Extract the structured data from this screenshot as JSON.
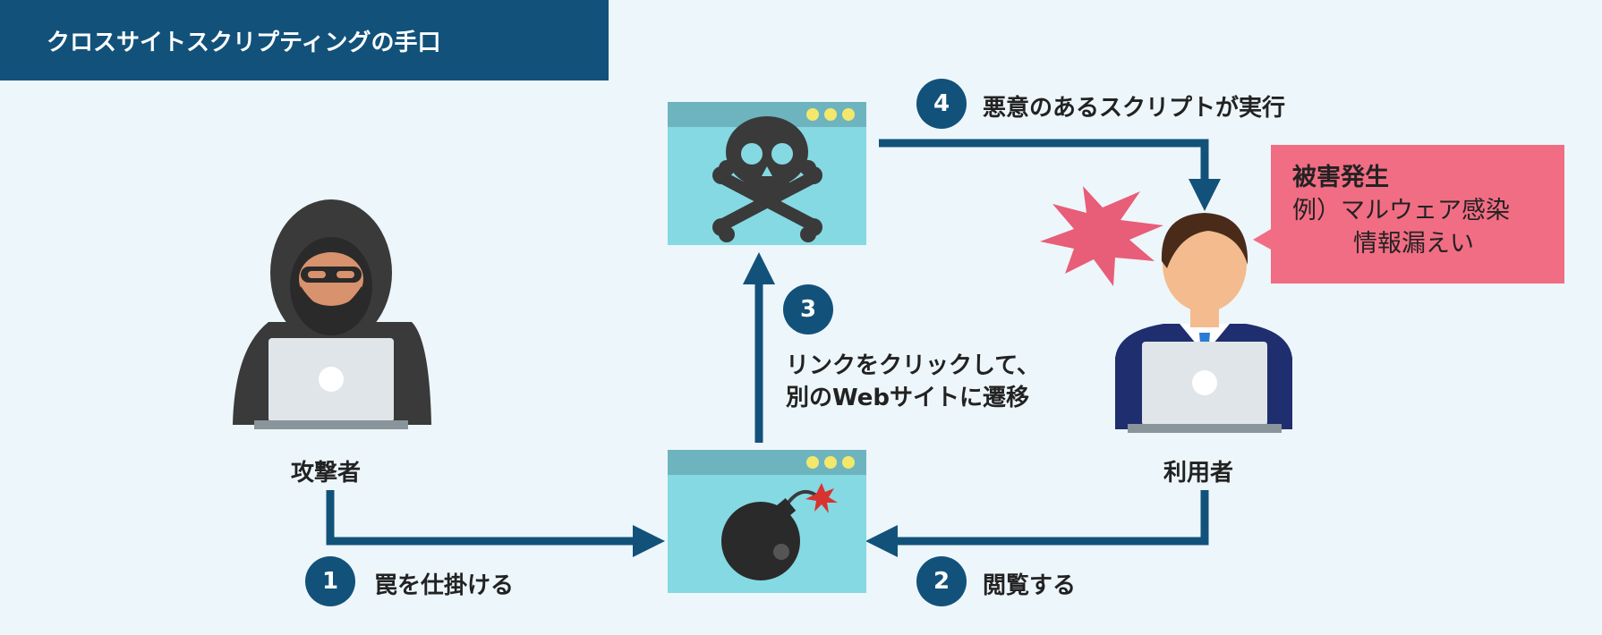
{
  "title": "クロスサイトスクリプティングの手口",
  "actors": {
    "attacker": "攻撃者",
    "user": "利用者"
  },
  "steps": [
    {
      "number": "1",
      "label": "罠を仕掛ける"
    },
    {
      "number": "2",
      "label": "閲覧する"
    },
    {
      "number": "3",
      "label_line1": "リンクをクリックして、",
      "label_line2": "別のWebサイトに遷移"
    },
    {
      "number": "4",
      "label": "悪意のあるスクリプトが実行"
    }
  ],
  "damage": {
    "title": "被害発生",
    "line1": "例）マルウェア感染",
    "line2": "情報漏えい"
  },
  "icons": [
    "hooded-attacker-icon",
    "laptop-icon",
    "skull-crossbones-icon",
    "bomb-icon",
    "businessman-icon",
    "impact-burst-icon"
  ],
  "colors": {
    "navy": "#12527a",
    "background": "#edf6fa",
    "browser": "#85d9e2",
    "browser_bar": "#6db4bf",
    "callout": "#f16d84",
    "burst": "#e85d78",
    "dots": "#f3e86b"
  }
}
